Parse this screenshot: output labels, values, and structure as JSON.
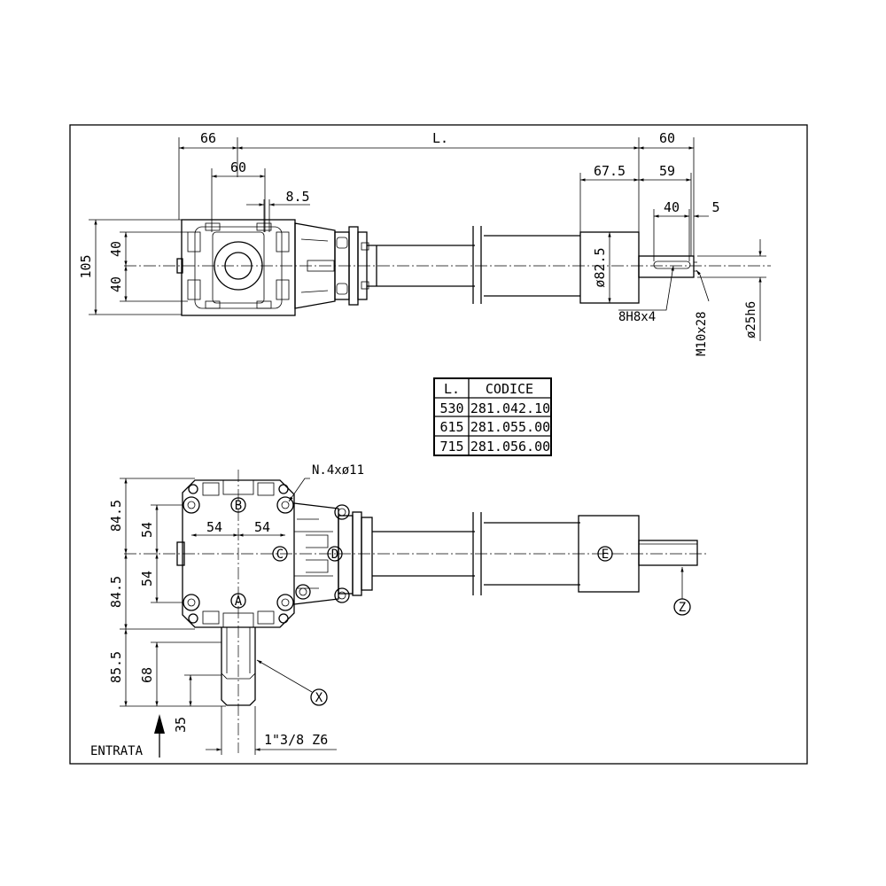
{
  "top_view": {
    "dims": {
      "d66": "66",
      "dL": "L.",
      "d60_right": "60",
      "d60_top": "60",
      "d8_5": "8.5",
      "d67_5": "67.5",
      "d59": "59",
      "d40_right": "40",
      "d5": "5",
      "d105": "105",
      "d40_a": "40",
      "d40_b": "40",
      "d82_5": "ø82.5",
      "d8h8x4": "8H8x4",
      "dm10x28": "M10x28",
      "d25h6": "ø25h6"
    }
  },
  "table": {
    "headers": [
      "L.",
      "CODICE"
    ],
    "rows": [
      [
        "530",
        "281.042.10"
      ],
      [
        "615",
        "281.055.00"
      ],
      [
        "715",
        "281.056.00"
      ]
    ]
  },
  "bottom_view": {
    "dims": {
      "n4": "N.4xø11",
      "d84_5_a": "84.5",
      "d84_5_b": "84.5",
      "d54_v1": "54",
      "d54_v2": "54",
      "d54_h1": "54",
      "d54_h2": "54",
      "d85_5": "85.5",
      "d68": "68",
      "d35": "35",
      "spline": "1\"3/8  Z6",
      "entrata": "ENTRATA"
    },
    "labels": {
      "A": "A",
      "B": "B",
      "C": "C",
      "D": "D",
      "E": "E",
      "X": "X",
      "Z": "Z"
    }
  }
}
